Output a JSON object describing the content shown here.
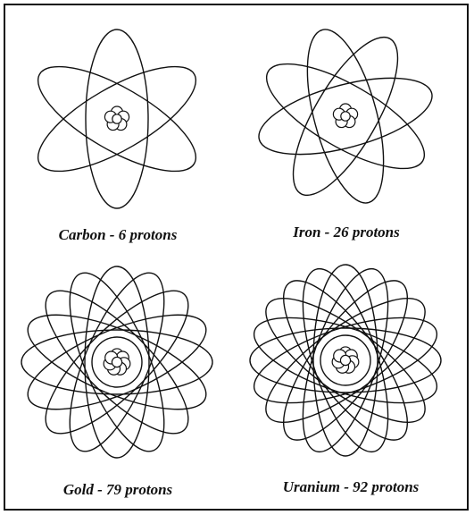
{
  "atoms": [
    {
      "id": "carbon",
      "caption": "Carbon - 6 protons",
      "orbits": 3
    },
    {
      "id": "iron",
      "caption": "Iron - 26 protons",
      "orbits": 4
    },
    {
      "id": "gold",
      "caption": "Gold - 79 protons",
      "orbits": 8
    },
    {
      "id": "uranium",
      "caption": "Uranium - 92 protons",
      "orbits": 10
    }
  ],
  "colors": {
    "line": "#111111",
    "background": "#ffffff",
    "frame": "#111111"
  }
}
